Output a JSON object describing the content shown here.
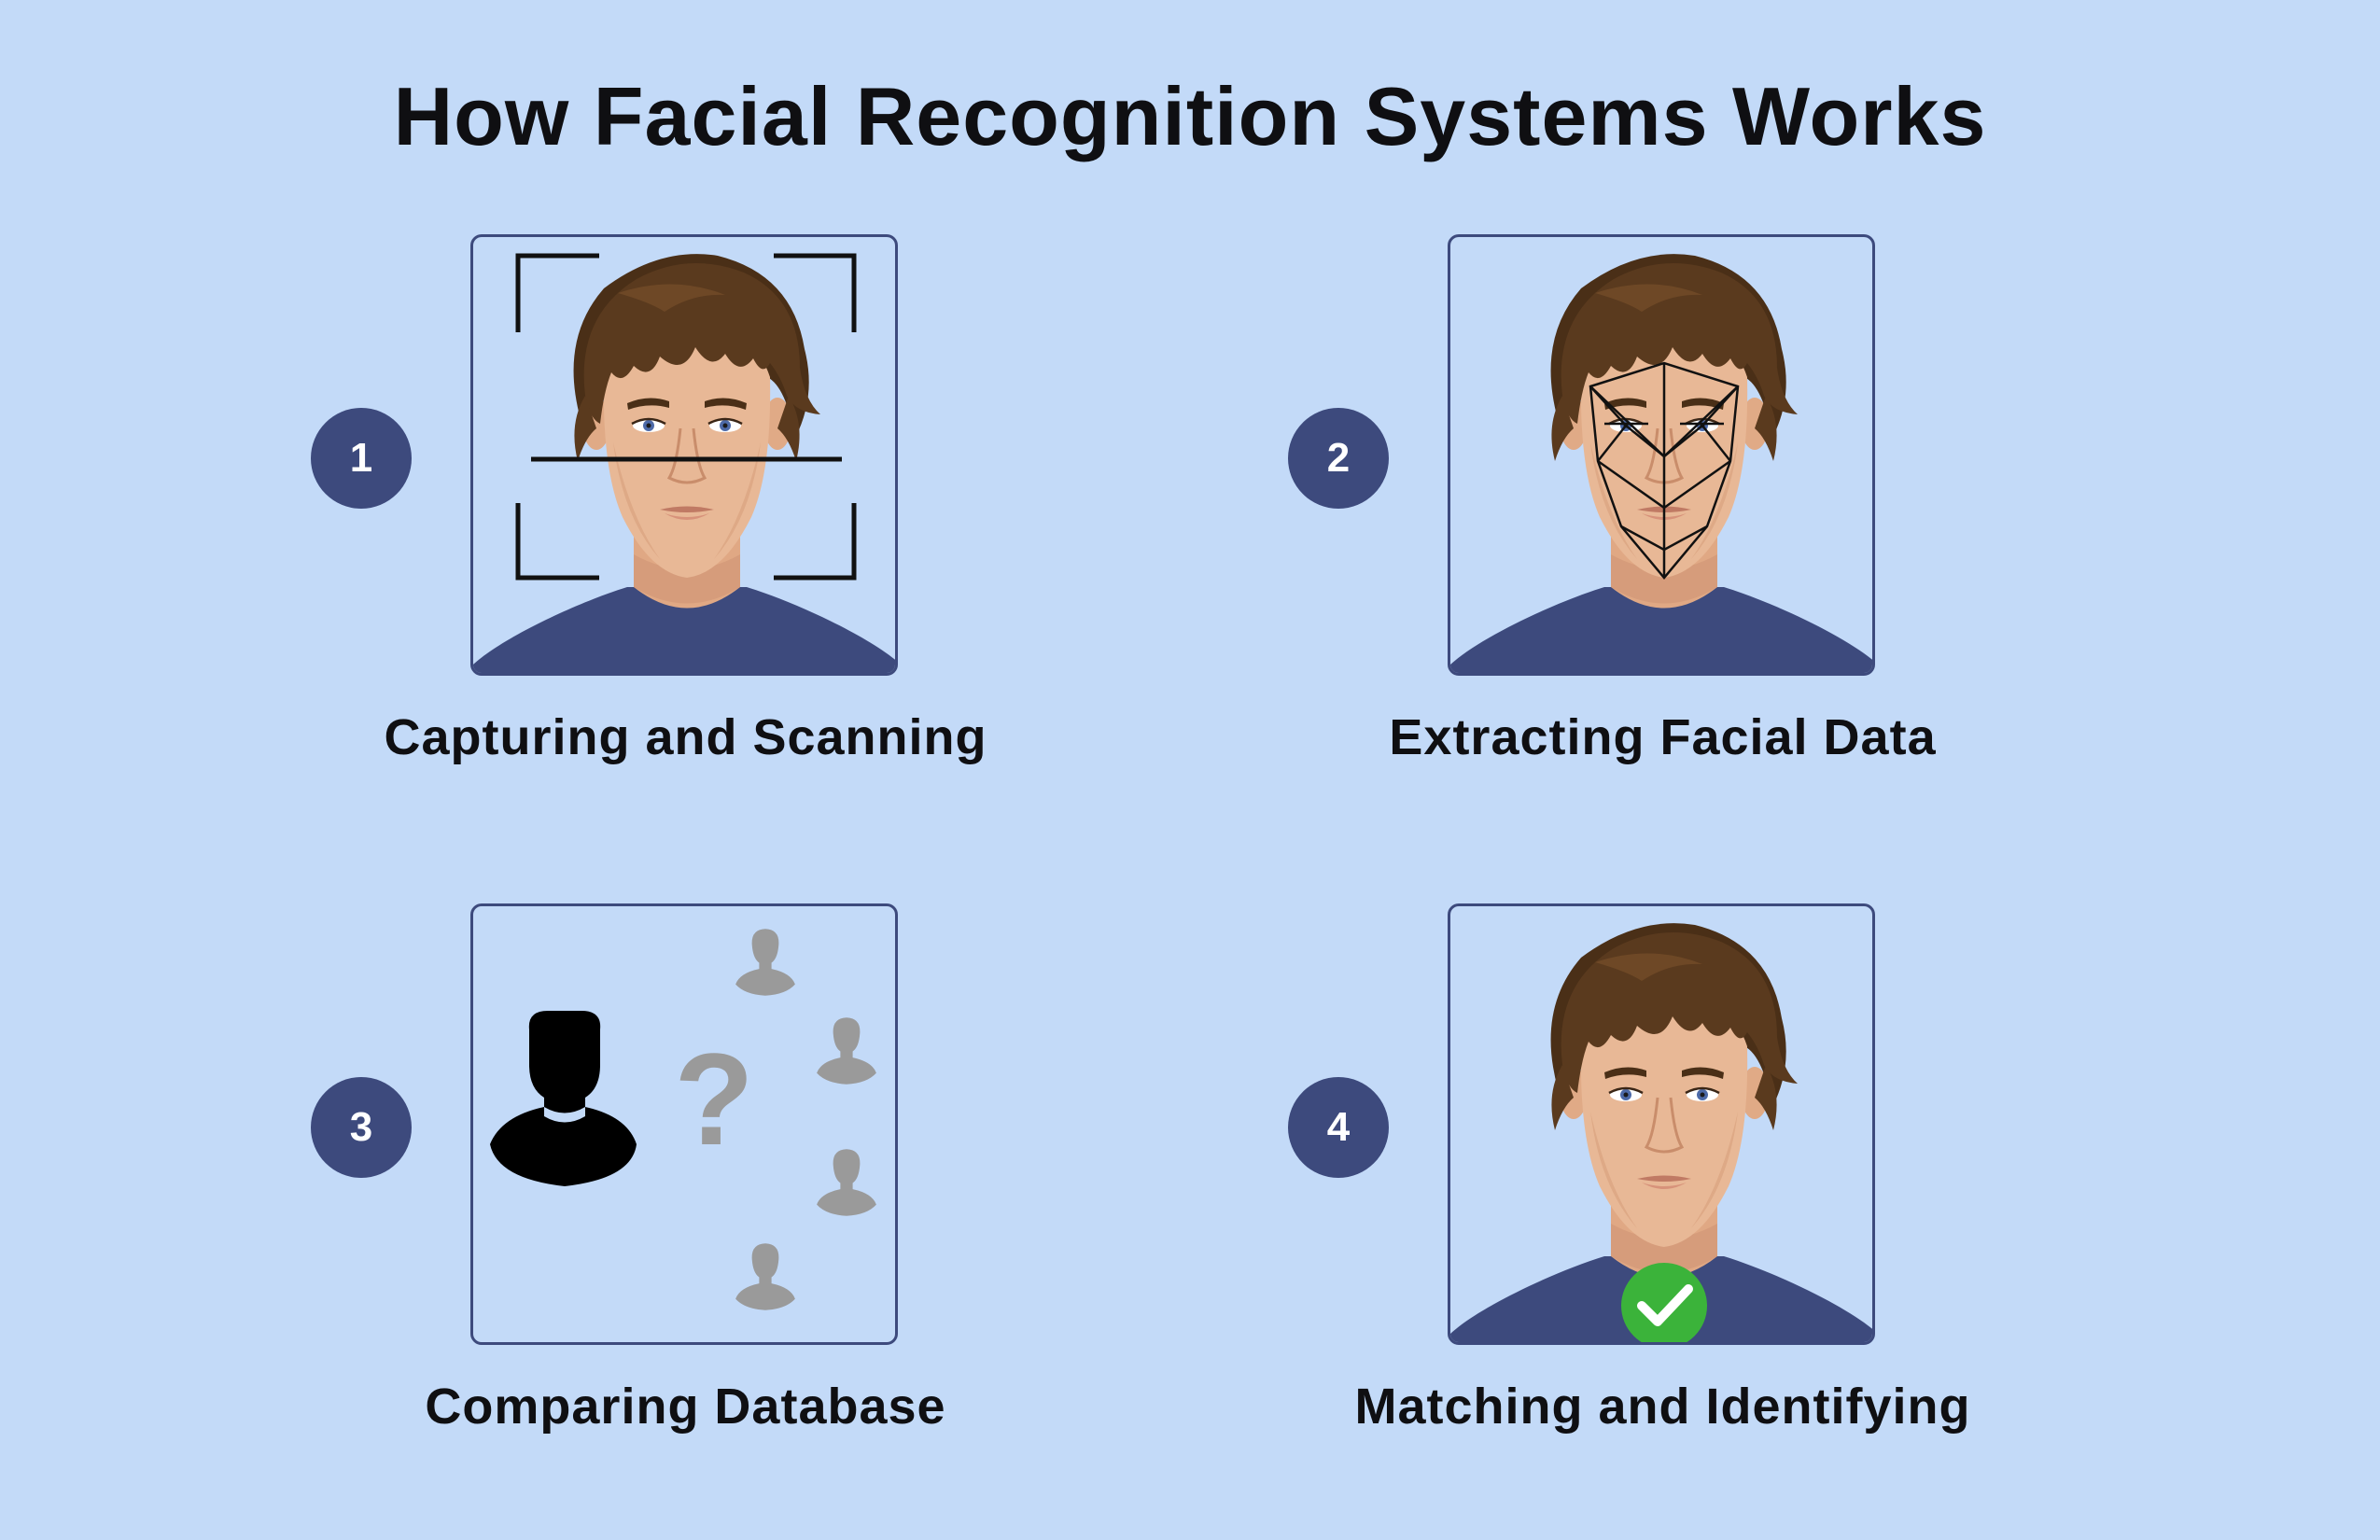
{
  "title": "How Facial Recognition Systems Works",
  "steps": [
    {
      "number": "1",
      "caption": "Capturing and Scanning",
      "illustration": "face-scan-illustration"
    },
    {
      "number": "2",
      "caption": "Extracting Facial Data",
      "illustration": "face-mesh-illustration"
    },
    {
      "number": "3",
      "caption": "Comparing Database",
      "illustration": "database-compare-illustration"
    },
    {
      "number": "4",
      "caption": "Matching and Identifying",
      "illustration": "face-match-illustration"
    }
  ],
  "colors": {
    "background": "#c3daf8",
    "badge": "#3d4a7d",
    "frame_border": "#3d4a7d",
    "shirt": "#3d4a7d",
    "hair": "#5a3a1e",
    "skin": "#e8b896",
    "database_person": "#9a9a9a",
    "check": "#3bb33a"
  }
}
